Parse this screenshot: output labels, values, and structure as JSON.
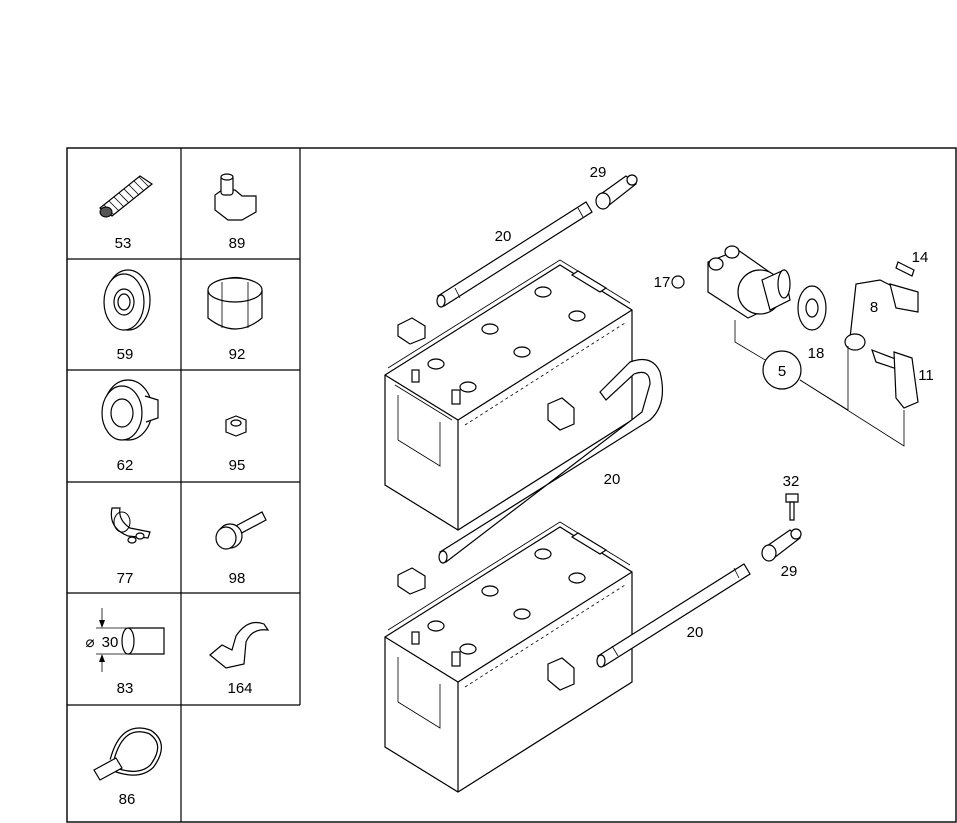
{
  "legend_cells": [
    {
      "label": "53"
    },
    {
      "label": "89"
    },
    {
      "label": "59"
    },
    {
      "label": "92"
    },
    {
      "label": "62"
    },
    {
      "label": "95"
    },
    {
      "label": "77"
    },
    {
      "label": "98"
    },
    {
      "label": "83"
    },
    {
      "label": "164"
    },
    {
      "label": "86"
    }
  ],
  "dimension": {
    "symbol": "⌀",
    "value": "30"
  },
  "callouts": [
    {
      "id": "c29a",
      "label": "29"
    },
    {
      "id": "c20a",
      "label": "20"
    },
    {
      "id": "c17",
      "label": "17"
    },
    {
      "id": "c14",
      "label": "14"
    },
    {
      "id": "c8",
      "label": "8"
    },
    {
      "id": "c18",
      "label": "18"
    },
    {
      "id": "c5",
      "label": "5"
    },
    {
      "id": "c11",
      "label": "11"
    },
    {
      "id": "c20b",
      "label": "20"
    },
    {
      "id": "c32",
      "label": "32"
    },
    {
      "id": "c29b",
      "label": "29"
    },
    {
      "id": "c20c",
      "label": "20"
    }
  ]
}
